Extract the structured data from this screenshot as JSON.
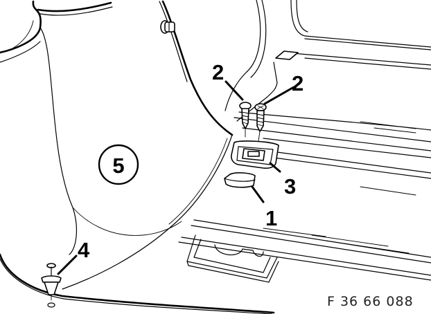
{
  "callouts": {
    "part_1": "1",
    "part_2_left": "2",
    "part_2_right": "2",
    "part_3": "3",
    "part_4": "4",
    "part_5": "5"
  },
  "figure_code": "F 36 66 088",
  "colors": {
    "line": "#000000",
    "background": "#ffffff",
    "code_text": "#222222"
  }
}
